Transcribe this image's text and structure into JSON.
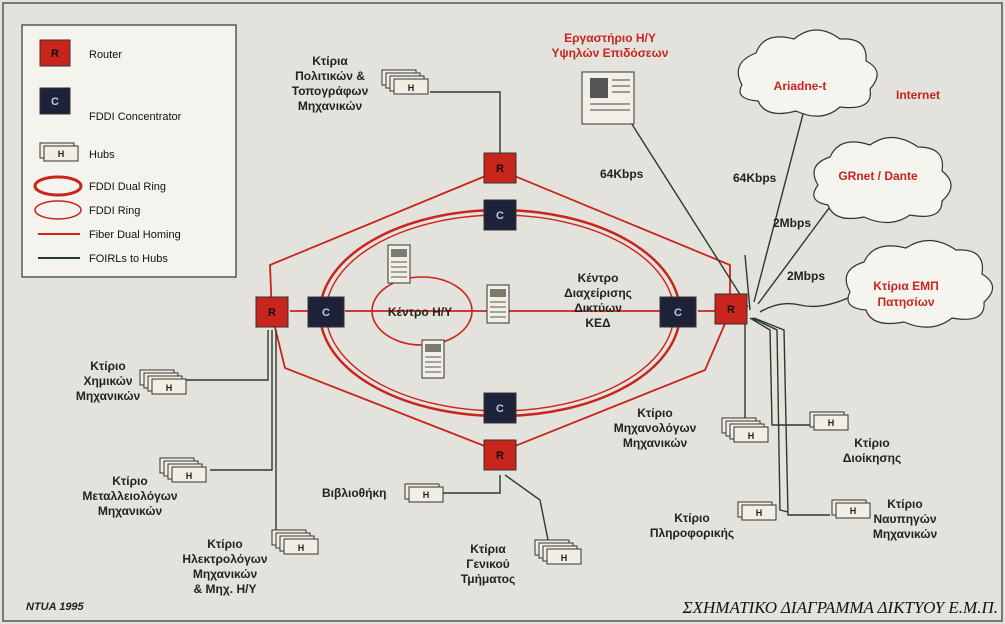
{
  "legend": {
    "router": "Router",
    "router_mark": "R",
    "concentrator": "FDDI Concentrator",
    "concentrator_mark": "C",
    "hubs": "Hubs",
    "hub_mark": "H",
    "dual_ring": "FDDI Dual Ring",
    "ring": "FDDI Ring",
    "homing": "Fiber Dual Homing",
    "foirl": "FOIRLs to Hubs"
  },
  "nodes": {
    "hpc_lab": [
      "Εργαστήριο Η/Υ",
      "Υψηλών Επιδόσεων"
    ],
    "arion": "Ariadne-t",
    "internet": "Internet",
    "grnet": "GRnet / Dante",
    "ntua_patision": [
      "Κτίρια ΕΜΠ",
      "Πατησίων"
    ],
    "civil_topo": [
      "Κτίρια",
      "Πολιτικών &",
      "Τοπογράφων",
      "Μηχανικών"
    ],
    "computer_center": "Κέντρο Η/Υ",
    "network_center": [
      "Κέντρο",
      "Διαχείρισης",
      "Δικτύων",
      "ΚΕΔ"
    ],
    "chemical": [
      "Κτίριο",
      "Χημικών",
      "Μηχανικών"
    ],
    "metallurgy": [
      "Κτίριο",
      "Μεταλλειολόγων",
      "Μηχανικών"
    ],
    "electrical": [
      "Κτίριο",
      "Ηλεκτρολόγων",
      "Μηχανικών",
      "& Μηχ. Η/Υ"
    ],
    "library": "Βιβλιοθήκη",
    "general_dept": [
      "Κτίρια",
      "Γενικού",
      "Τμήματος"
    ],
    "mechanical": [
      "Κτίριο",
      "Μηχανολόγων",
      "Μηχανικών"
    ],
    "administration": [
      "Κτίριο",
      "Διοίκησης"
    ],
    "informatics": [
      "Κτίριο",
      "Πληροφορικής"
    ],
    "naval": [
      "Κτίριο",
      "Ναυπηγών",
      "Μηχανικών"
    ]
  },
  "links": {
    "hpc": "64Kbps",
    "ariadne": "64Kbps",
    "grnet": "2Mbps",
    "patision": "2Mbps"
  },
  "footer": {
    "credit": "NTUA 1995",
    "title": "ΣΧΗΜΑΤΙΚΟ ΔΙΑΓΡΑΜΜΑ ΔΙΚΤΥΟΥ Ε.Μ.Π."
  },
  "colors": {
    "router": "#c8251c",
    "concentrator": "#1e2238",
    "fiber": "#c8251c",
    "foirl": "#2b3a2b",
    "cloud_label": "#c8251c"
  }
}
